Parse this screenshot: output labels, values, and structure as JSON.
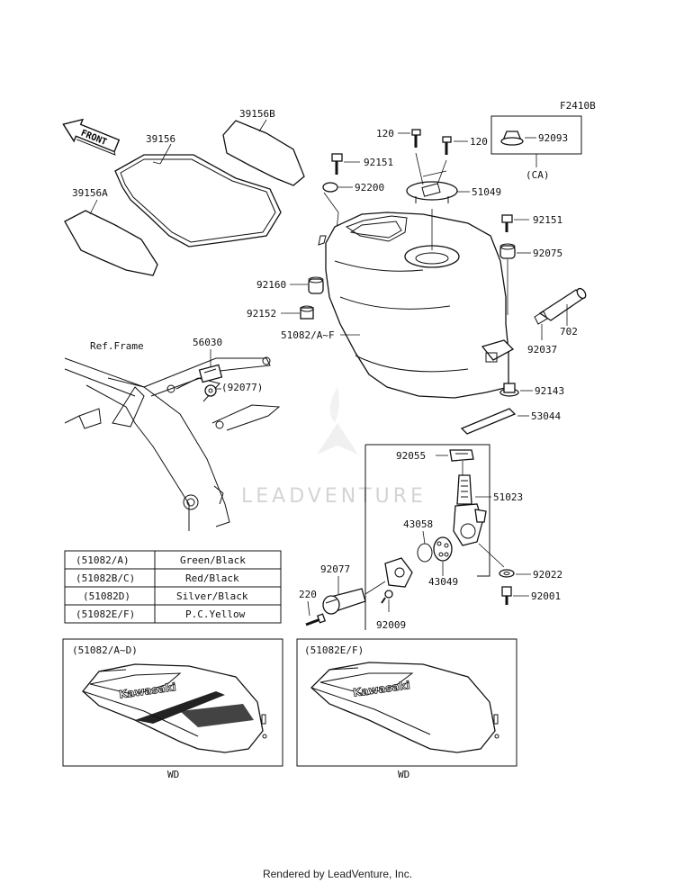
{
  "diagram_code": "F2410B",
  "front_label": "FRONT",
  "watermark_text": "LEADVENTURE",
  "footer_text": "Rendered by LeadVenture, Inc.",
  "ref_frame_label": "Ref.Frame",
  "callouts": {
    "p39156": "39156",
    "p39156A": "39156A",
    "p39156B": "39156B",
    "p120a": "120",
    "p120b": "120",
    "p92093": "92093",
    "ca": "(CA)",
    "p92151a": "92151",
    "p92200": "92200",
    "p51049": "51049",
    "p92151b": "92151",
    "p92075": "92075",
    "p92160": "92160",
    "p92152": "92152",
    "p51082": "51082/A~F",
    "p702": "702",
    "p92037": "92037",
    "p56030": "56030",
    "p92077a": "(92077)",
    "p92143": "92143",
    "p53044": "53044",
    "p92055": "92055",
    "p51023": "51023",
    "p43058": "43058",
    "p43049": "43049",
    "p92022": "92022",
    "p92077b": "92077",
    "p220": "220",
    "p92009": "92009",
    "p92001": "92001"
  },
  "color_table": [
    {
      "code": "(51082/A)",
      "color": "Green/Black"
    },
    {
      "code": "(51082B/C)",
      "color": "Red/Black"
    },
    {
      "code": "(51082D)",
      "color": "Silver/Black"
    },
    {
      "code": "(51082E/F)",
      "color": "P.C.Yellow"
    }
  ],
  "variants": [
    {
      "title": "(51082/A~D)",
      "caption": "WD",
      "logo": "Kawasaki"
    },
    {
      "title": "(51082E/F)",
      "caption": "WD",
      "logo": "Kawasaki"
    }
  ]
}
